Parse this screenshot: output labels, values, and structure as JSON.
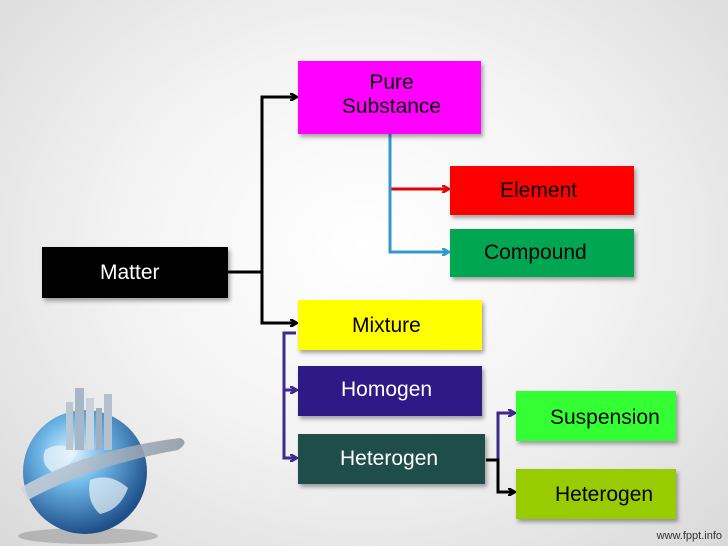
{
  "nodes": {
    "matter": "Matter",
    "pure_substance_line1": "Pure",
    "pure_substance_line2": "Substance",
    "element": "Element",
    "compound": "Compound",
    "mixture": "Mixture",
    "homogen": "Homogen",
    "heterogen": "Heterogen",
    "suspension": "Suspension",
    "heterogen_sub": "Heterogen"
  },
  "colors": {
    "matter": "#000000",
    "pure_substance": "#ff00ff",
    "element": "#ff0000",
    "compound": "#00a651",
    "mixture": "#ffff00",
    "homogen": "#2e1a87",
    "heterogen": "#1e4d4a",
    "suspension": "#33ff33",
    "heterogen_sub": "#99cc00",
    "arrow_black": "#000000",
    "arrow_blue": "#3399cc",
    "arrow_red": "#e60000",
    "arrow_purple": "#3d2a8a"
  },
  "watermark": "www.fppt.info"
}
